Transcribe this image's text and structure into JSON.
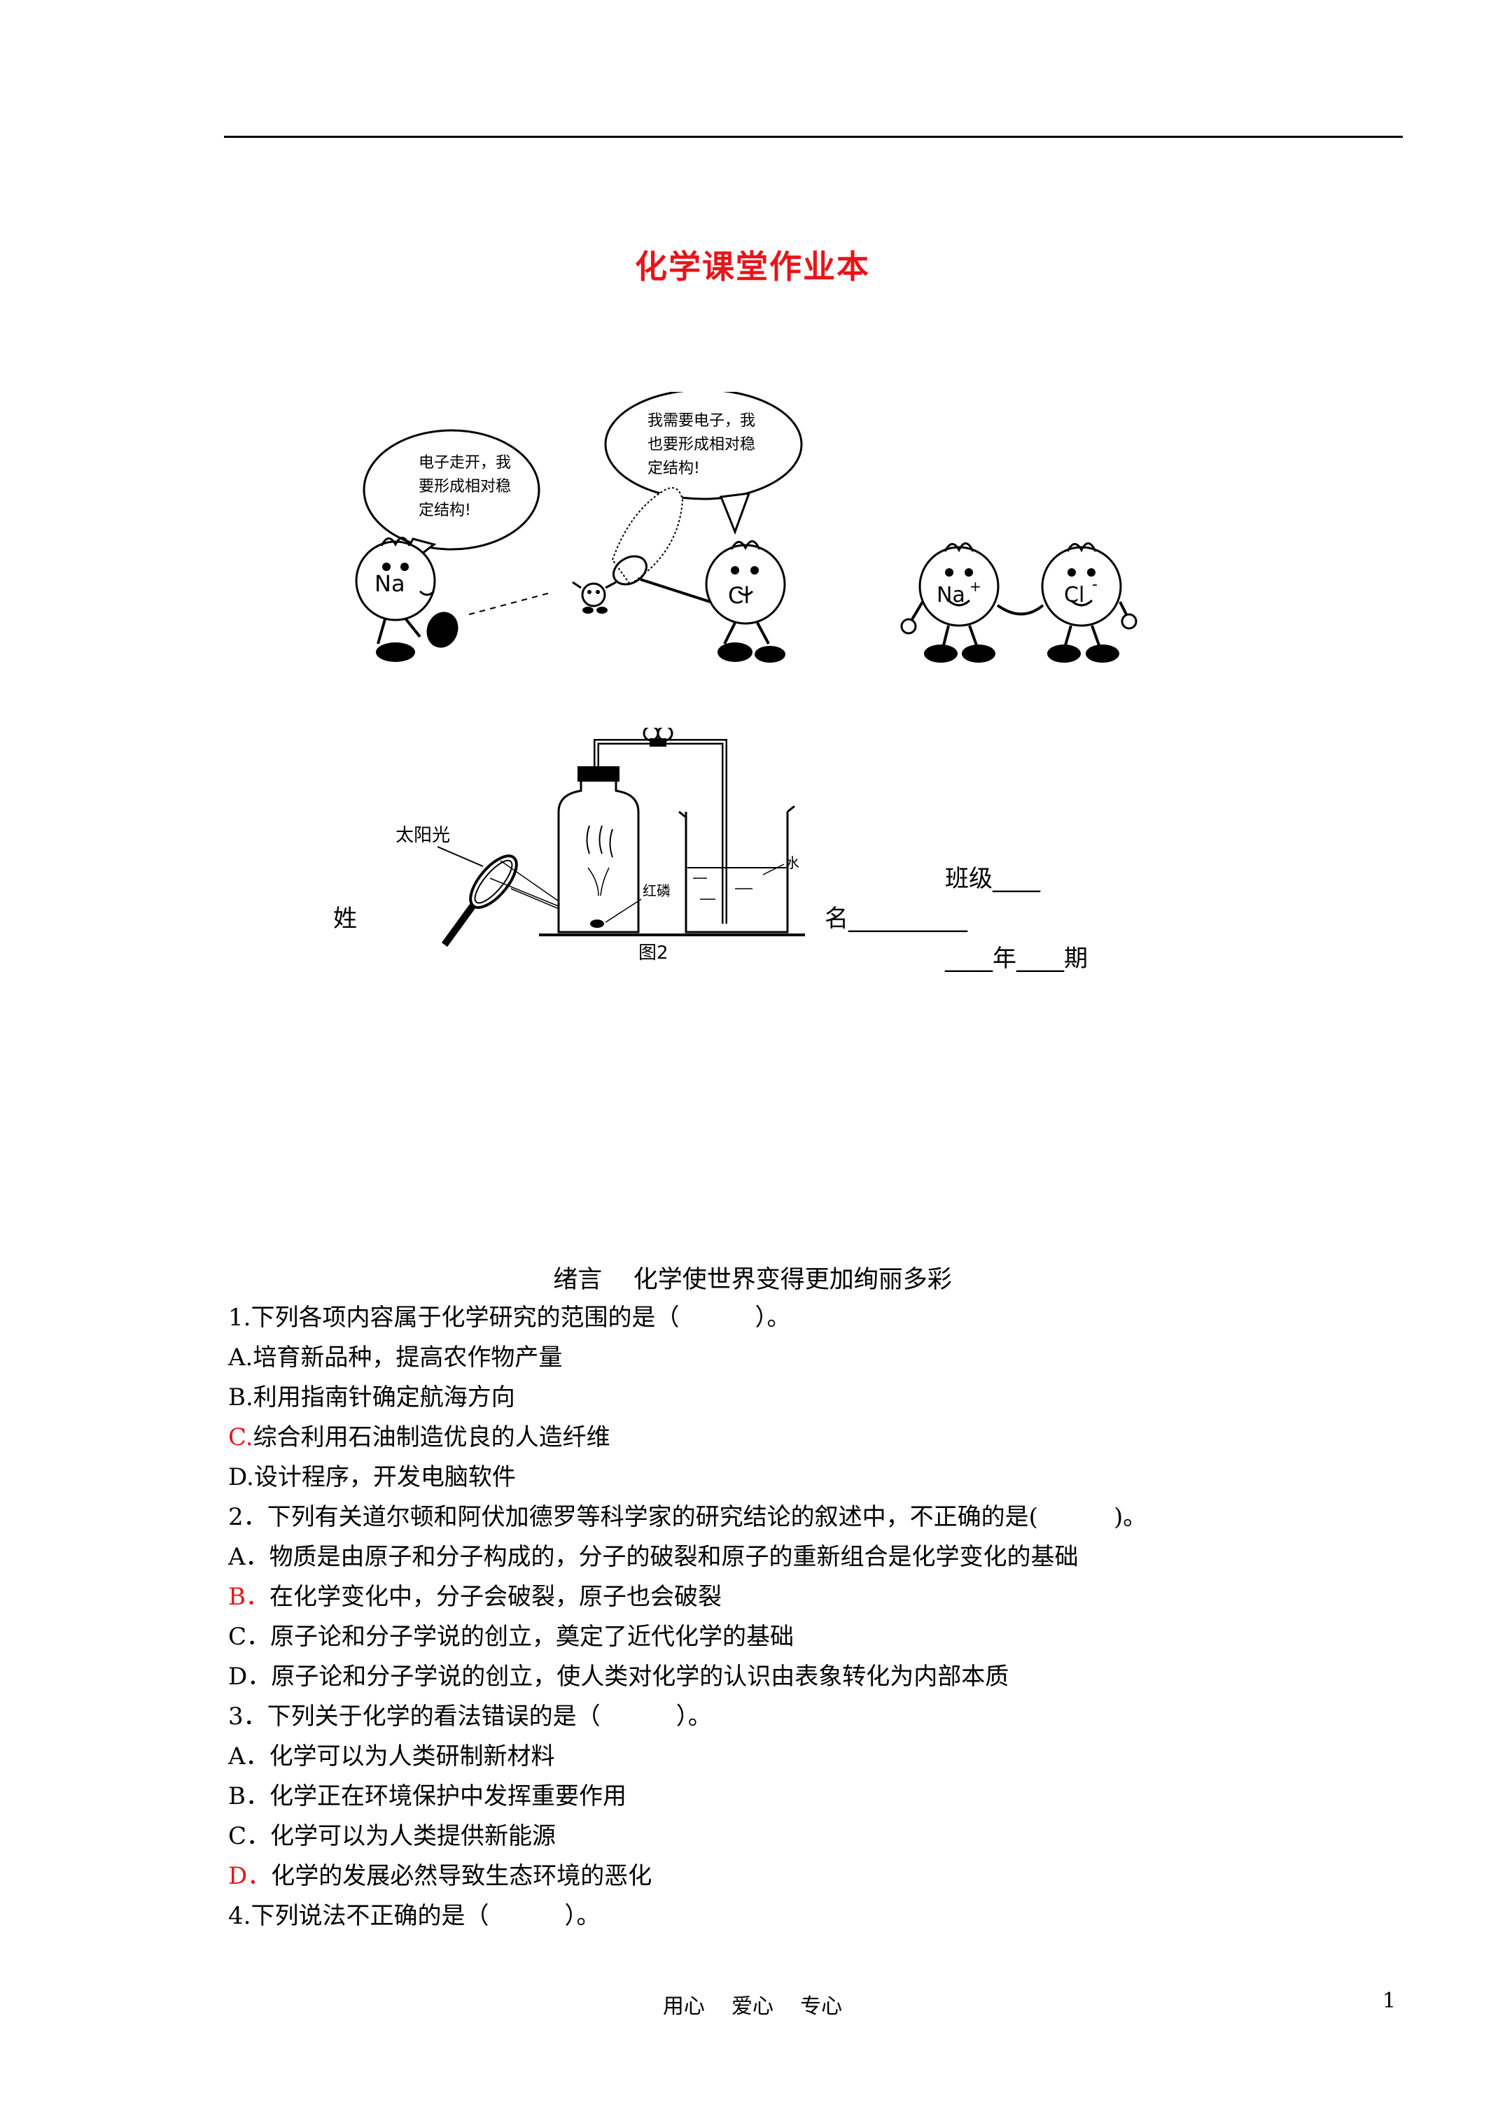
{
  "header": {
    "title": "化学课堂作业本"
  },
  "cartoon": {
    "na_bubble": [
      "电子走开，我",
      "要形成相对稳",
      "定结构!"
    ],
    "cl_bubble": [
      "我需要电子，我",
      "也要形成相对稳",
      "定结构!"
    ],
    "na_label": "Na",
    "cl_label": "Cl",
    "na_ion_label": "Na",
    "na_ion_charge": "+",
    "cl_ion_label": "Cl",
    "cl_ion_charge": "-"
  },
  "apparatus": {
    "sun_label": "太阳光",
    "phosphorus_label": "红磷",
    "water_label": "水",
    "caption": "图2"
  },
  "student_info": {
    "class_label": "班级____",
    "surname_char": "姓",
    "name_label": "名__________",
    "term_label": "____年____期"
  },
  "section": {
    "title": "绪言    化学使世界变得更加绚丽多彩"
  },
  "questions": [
    {
      "stem": "1.下列各项内容属于化学研究的范围的是（          ）。",
      "options": [
        {
          "letter": "A.",
          "text": "培育新品种，提高农作物产量",
          "answer": false
        },
        {
          "letter": "B.",
          "text": "利用指南针确定航海方向",
          "answer": false
        },
        {
          "letter": "C.",
          "text": "综合利用石油制造优良的人造纤维",
          "answer": true
        },
        {
          "letter": "D.",
          "text": "设计程序，开发电脑软件",
          "answer": false
        }
      ]
    },
    {
      "stem": "2．下列有关道尔顿和阿伏加德罗等科学家的研究结论的叙述中，不正确的是(          )。",
      "options": [
        {
          "letter": "A．",
          "text": "物质是由原子和分子构成的，分子的破裂和原子的重新组合是化学变化的基础",
          "answer": false
        },
        {
          "letter": "B．",
          "text": "在化学变化中，分子会破裂，原子也会破裂",
          "answer": true
        },
        {
          "letter": "C．",
          "text": "原子论和分子学说的创立，奠定了近代化学的基础",
          "answer": false
        },
        {
          "letter": "D．",
          "text": "原子论和分子学说的创立，使人类对化学的认识由表象转化为内部本质",
          "answer": false
        }
      ]
    },
    {
      "stem": "3．下列关于化学的看法错误的是（          ）。",
      "options": [
        {
          "letter": "A．",
          "text": "化学可以为人类研制新材料",
          "answer": false
        },
        {
          "letter": "B．",
          "text": "化学正在环境保护中发挥重要作用",
          "answer": false
        },
        {
          "letter": "C．",
          "text": "化学可以为人类提供新能源",
          "answer": false
        },
        {
          "letter": "D．",
          "text": "化学的发展必然导致生态环境的恶化",
          "answer": true
        }
      ]
    },
    {
      "stem": "4.下列说法不正确的是（          ）。",
      "options": []
    }
  ],
  "footer": {
    "text": "用心    爱心    专心",
    "page": "1"
  },
  "colors": {
    "title": "#e8141a",
    "answer": "#e8141a",
    "text": "#000000"
  }
}
